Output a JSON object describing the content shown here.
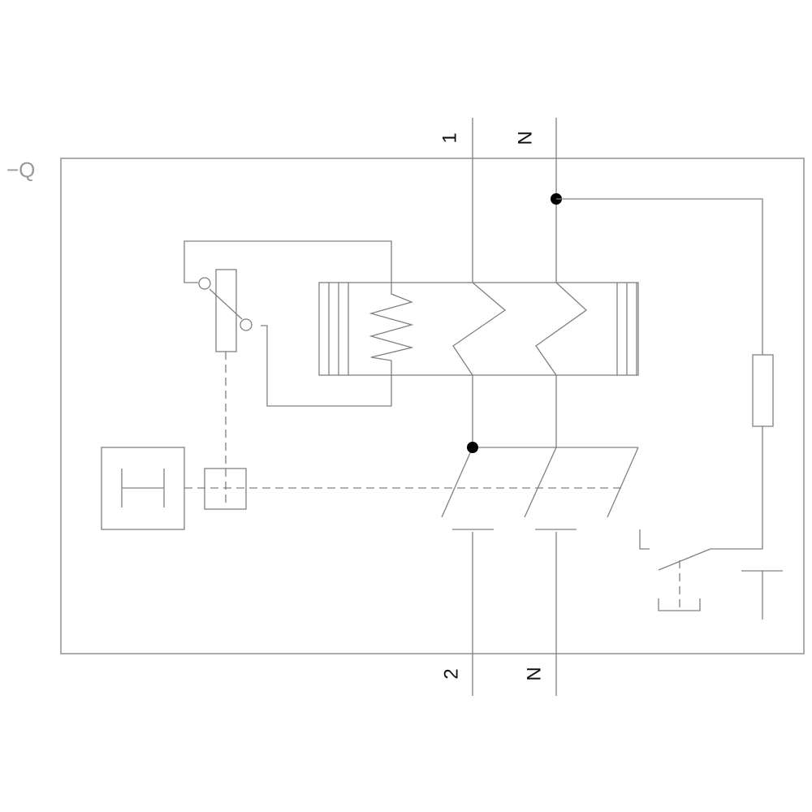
{
  "device": {
    "reference_designator": "−Q"
  },
  "terminals": {
    "line_in": "1",
    "neutral_in": "N",
    "line_out": "2",
    "neutral_out": "N"
  },
  "colors": {
    "wire": "#808080",
    "node": "#000000",
    "label": "#111111"
  }
}
